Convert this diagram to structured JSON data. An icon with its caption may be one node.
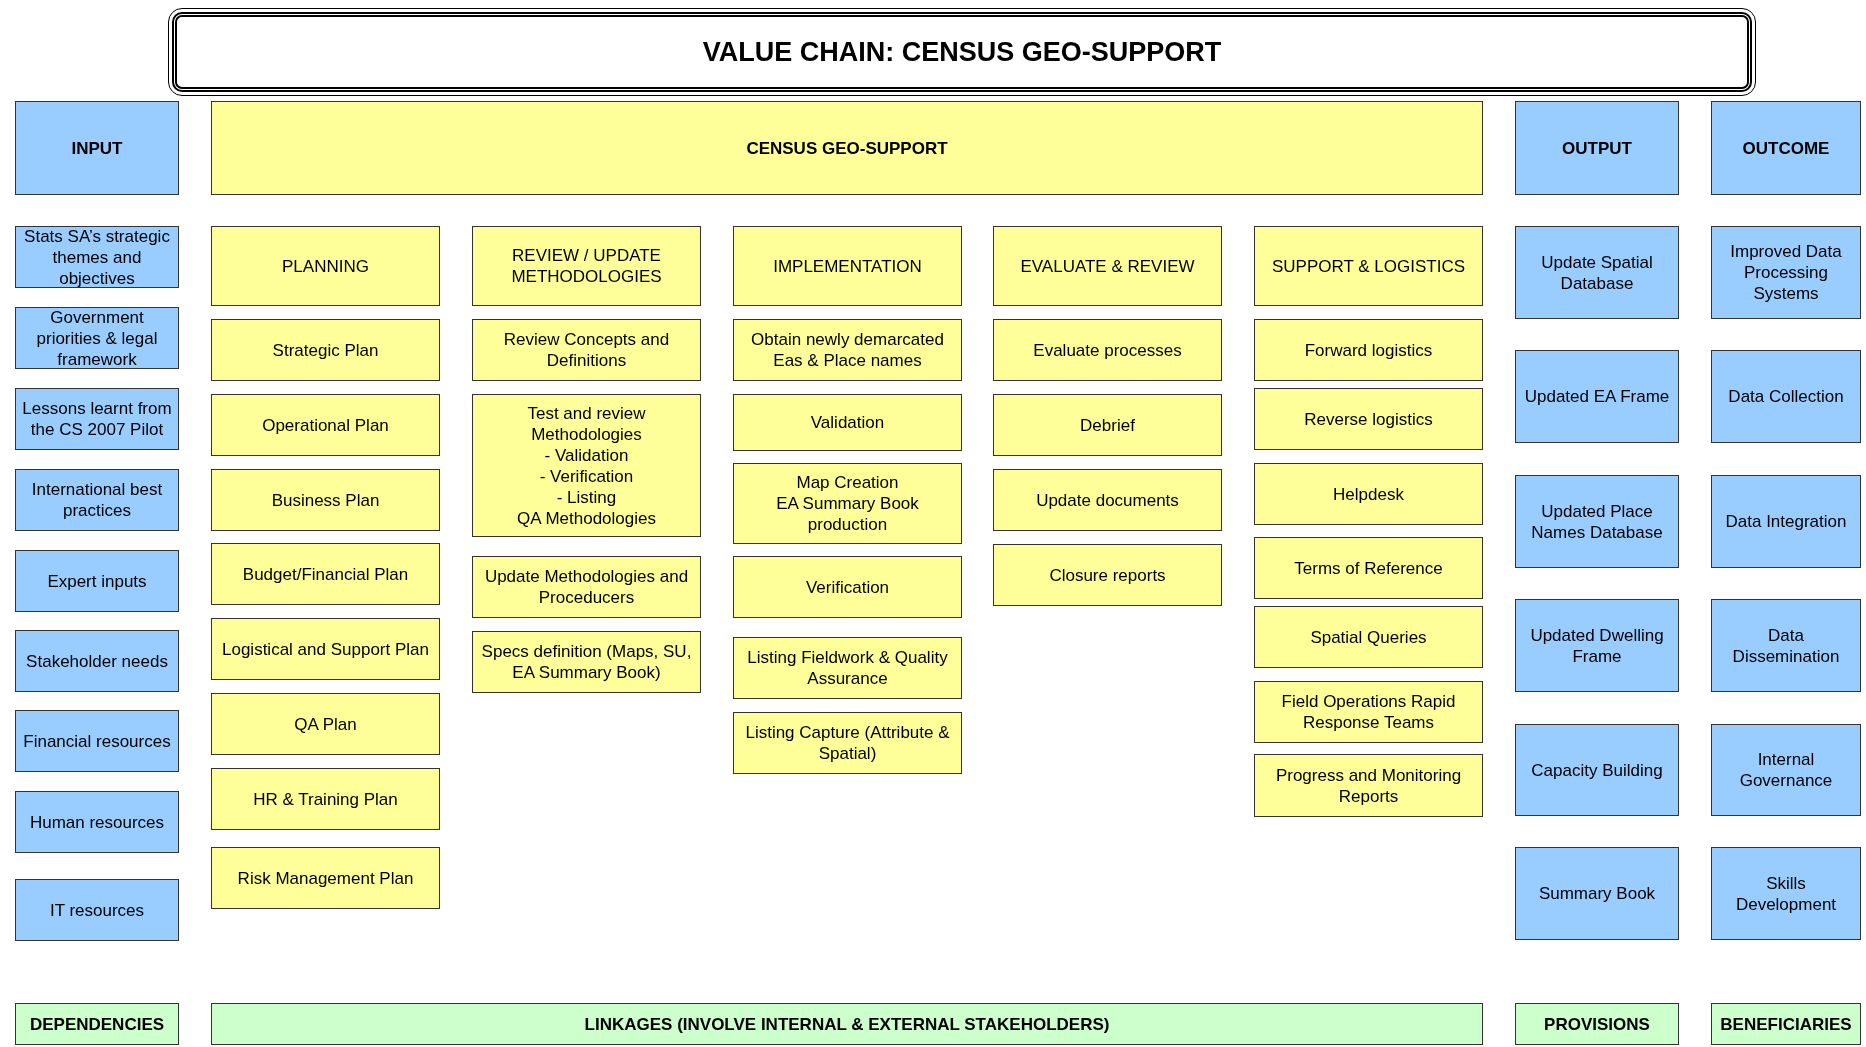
{
  "diagram": {
    "title": "VALUE CHAIN: CENSUS GEO-SUPPORT",
    "nodes": [
      {
        "text": [
          "INPUT"
        ]
      },
      {
        "text": [
          "CENSUS GEO-SUPPORT"
        ]
      },
      {
        "text": [
          "OUTPUT"
        ]
      },
      {
        "text": [
          "OUTCOME"
        ]
      },
      {
        "text": [
          "Stats SA’s strategic themes and objectives"
        ]
      },
      {
        "text": [
          "Government priorities & legal framework"
        ]
      },
      {
        "text": [
          "Lessons learnt from the CS 2007 Pilot"
        ]
      },
      {
        "text": [
          "International best practices"
        ]
      },
      {
        "text": [
          "Expert inputs"
        ]
      },
      {
        "text": [
          "Stakeholder needs"
        ]
      },
      {
        "text": [
          "Financial resources"
        ]
      },
      {
        "text": [
          "Human resources"
        ]
      },
      {
        "text": [
          "IT resources"
        ]
      },
      {
        "text": [
          "PLANNING"
        ]
      },
      {
        "text": [
          "Strategic Plan"
        ]
      },
      {
        "text": [
          "Operational Plan"
        ]
      },
      {
        "text": [
          "Business Plan"
        ]
      },
      {
        "text": [
          "Budget/Financial Plan"
        ]
      },
      {
        "text": [
          "Logistical and Support Plan"
        ]
      },
      {
        "text": [
          "QA Plan"
        ]
      },
      {
        "text": [
          "HR & Training Plan"
        ]
      },
      {
        "text": [
          "Risk Management Plan"
        ]
      },
      {
        "text": [
          "REVIEW / UPDATE METHODOLOGIES"
        ]
      },
      {
        "text": [
          "Review Concepts and Definitions"
        ]
      },
      {
        "text": [
          "Test and review Methodologies",
          "- Validation",
          "- Verification",
          "- Listing",
          "QA Methodologies"
        ]
      },
      {
        "text": [
          "Update Methodologies and Proceducers"
        ]
      },
      {
        "text": [
          "Specs definition (Maps, SU, EA Summary Book)"
        ]
      },
      {
        "text": [
          "IMPLEMENTATION"
        ]
      },
      {
        "text": [
          "Obtain newly demarcated Eas & Place names"
        ]
      },
      {
        "text": [
          "Validation"
        ]
      },
      {
        "text": [
          "Map Creation",
          "EA Summary Book production"
        ]
      },
      {
        "text": [
          "Verification"
        ]
      },
      {
        "text": [
          "Listing Fieldwork & Quality Assurance"
        ]
      },
      {
        "text": [
          "Listing Capture (Attribute & Spatial)"
        ]
      },
      {
        "text": [
          "EVALUATE & REVIEW"
        ]
      },
      {
        "text": [
          "Evaluate processes"
        ]
      },
      {
        "text": [
          "Debrief"
        ]
      },
      {
        "text": [
          "Update documents"
        ]
      },
      {
        "text": [
          "Closure reports"
        ]
      },
      {
        "text": [
          "SUPPORT & LOGISTICS"
        ]
      },
      {
        "text": [
          "Forward logistics"
        ]
      },
      {
        "text": [
          "Reverse logistics"
        ]
      },
      {
        "text": [
          "Helpdesk"
        ]
      },
      {
        "text": [
          "Terms of Reference"
        ]
      },
      {
        "text": [
          "Spatial Queries"
        ]
      },
      {
        "text": [
          "Field Operations Rapid Response Teams"
        ]
      },
      {
        "text": [
          "Progress and Monitoring Reports"
        ]
      },
      {
        "text": [
          "Update Spatial Database"
        ]
      },
      {
        "text": [
          "Updated EA Frame"
        ]
      },
      {
        "text": [
          "Updated Place Names Database"
        ]
      },
      {
        "text": [
          "Updated Dwelling Frame"
        ]
      },
      {
        "text": [
          "Capacity Building"
        ]
      },
      {
        "text": [
          "Summary Book"
        ]
      },
      {
        "text": [
          "Improved Data Processing Systems"
        ]
      },
      {
        "text": [
          "Data Collection"
        ]
      },
      {
        "text": [
          "Data Integration"
        ]
      },
      {
        "text": [
          "Data Dissemination"
        ]
      },
      {
        "text": [
          "Internal Governance"
        ]
      },
      {
        "text": [
          "Skills Development"
        ]
      },
      {
        "text": [
          "DEPENDENCIES"
        ]
      },
      {
        "text": [
          "LINKAGES (INVOLVE INTERNAL & EXTERNAL STAKEHOLDERS)"
        ]
      },
      {
        "text": [
          "PROVISIONS"
        ]
      },
      {
        "text": [
          "BENEFICIARIES"
        ]
      }
    ]
  }
}
